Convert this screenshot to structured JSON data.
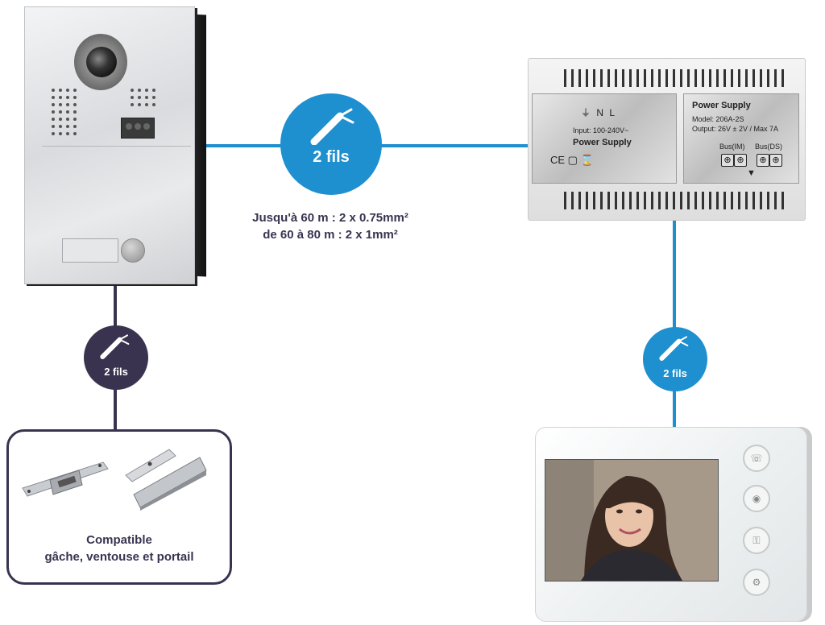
{
  "colors": {
    "wire_blue": "#1e8fcf",
    "wire_dark": "#3a3350",
    "badge_blue": "#1e8fcf",
    "badge_dark": "#3a3350"
  },
  "badges": {
    "main": "2 fils",
    "lock": "2 fils",
    "monitor": "2 fils"
  },
  "cable_note": {
    "line1": "Jusqu'à 60 m : 2 x 0.75mm²",
    "line2": "de 60 à 80 m : 2 x 1mm²"
  },
  "power_supply": {
    "left_symbols": "⏚ N L",
    "input": "Input: 100-240V~",
    "left_title": "Power Supply",
    "ce_mark": "CE ▢ ⌛",
    "right_title": "Power Supply",
    "model": "Model:  206A-2S",
    "output": "Output:  26V ± 2V / Max 7A",
    "bus_im": "Bus(IM)",
    "bus_ds": "Bus(DS)"
  },
  "accessories": {
    "line1": "Compatible",
    "line2": "gâche, ventouse et portail"
  },
  "icons": [
    "camera-icon",
    "cable-icon",
    "terminal-icon",
    "monitor-button-icon",
    "electric-strike-icon",
    "magnetic-lock-icon"
  ]
}
